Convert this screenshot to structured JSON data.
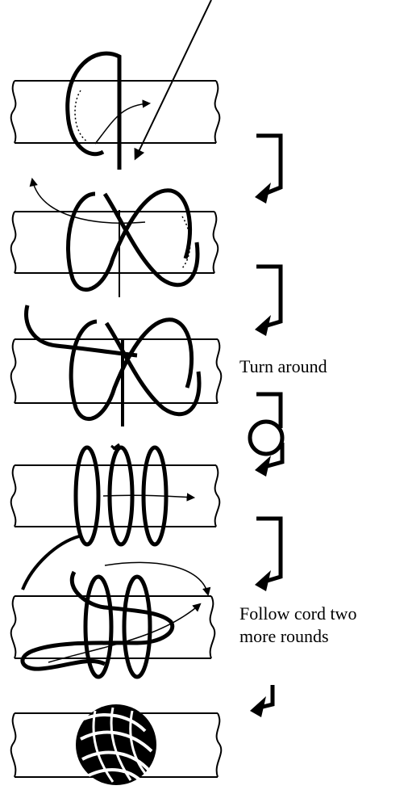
{
  "labels": {
    "turn_around": "Turn around",
    "follow_line1": "Follow cord two",
    "follow_line2": "more rounds"
  },
  "colors": {
    "ink": "#000000",
    "paper": "#ffffff",
    "dotted": "#555555"
  }
}
